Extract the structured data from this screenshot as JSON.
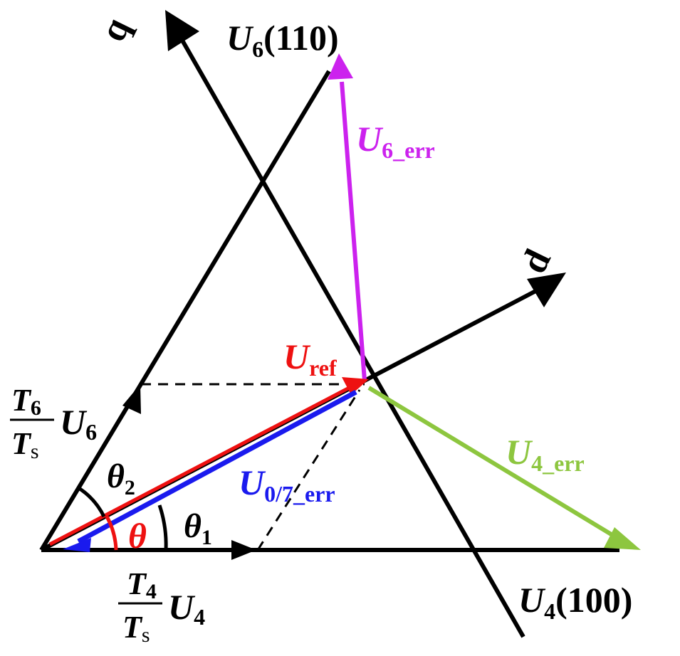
{
  "labels": {
    "q_axis": "q",
    "d_axis": "d",
    "u6": {
      "main": "U",
      "sub": "6",
      "suffix": "(110)"
    },
    "u4": {
      "main": "U",
      "sub": "4",
      "suffix": "(100)"
    },
    "u6_err": {
      "main": "U",
      "sub": "6_err"
    },
    "u4_err": {
      "main": "U",
      "sub": "4_err"
    },
    "u07_err": {
      "main": "U",
      "sub": "0/7_err"
    },
    "uref": {
      "main": "U",
      "sub": "ref"
    },
    "theta": "θ",
    "theta1": {
      "main": "θ",
      "sub": "1"
    },
    "theta2": {
      "main": "θ",
      "sub": "2"
    },
    "frac6": {
      "num_main": "T",
      "num_sub": "6",
      "den_main": "T",
      "den_sub": "s",
      "vec_main": "U",
      "vec_sub": "6"
    },
    "frac4": {
      "num_main": "T",
      "num_sub": "4",
      "den_main": "T",
      "den_sub": "s",
      "vec_main": "U",
      "vec_sub": "4"
    }
  },
  "colors": {
    "axis": "#000000",
    "u6_err": "#cc22ee",
    "u4_err": "#8dc63f",
    "u07_err": "#1a1aee",
    "uref": "#ee1111"
  }
}
